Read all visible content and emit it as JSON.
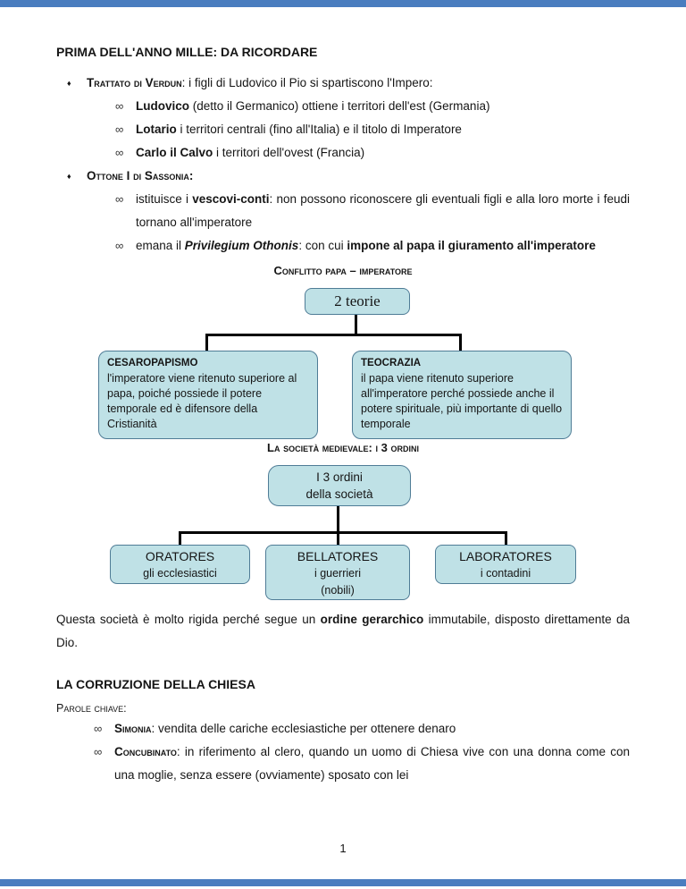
{
  "colors": {
    "edge_bar": "#4a7dbf",
    "diagram_box_fill": "#bfe1e6",
    "diagram_box_border": "#4f7c96",
    "connector": "#000000"
  },
  "bullets": {
    "level1": "♦",
    "level2": "∞"
  },
  "doc": {
    "title1": "PRIMA DELL'ANNO MILLE: DA RICORDARE",
    "verdun": {
      "lead_sc": "Trattato di Verdun",
      "lead_rest": ": i figli di Ludovico il Pio si spartiscono l'Impero:",
      "items": [
        {
          "b": "Ludovico",
          "r": " (detto il Germanico) ottiene i territori dell'est (Germania)"
        },
        {
          "b": "Lotario",
          "r": " i territori centrali (fino all'Italia) e il titolo di Imperatore"
        },
        {
          "b": "Carlo il Calvo",
          "r": " i territori dell'ovest (Francia)"
        }
      ]
    },
    "ottone": {
      "lead_sc": "Ottone I di Sassonia:",
      "item1": {
        "r1": "istituisce i ",
        "b": "vescovi-conti",
        "r2": ": non possono riconoscere gli eventuali figli e alla loro morte i feudi tornano all'imperatore"
      },
      "item2": {
        "r1": "emana il ",
        "bi": "Privilegium Othonis",
        "r2": ": con cui ",
        "b": "impone al papa il giuramento all'imperatore"
      }
    }
  },
  "conflict": {
    "heading": "Conflitto papa – imperatore",
    "root": "2 teorie",
    "left": {
      "title": "CESAROPAPISMO",
      "body": "l'imperatore viene ritenuto superiore al papa, poiché possiede il potere temporale ed è difensore della Cristianità"
    },
    "right": {
      "title": "TEOCRAZIA",
      "body": "il papa viene ritenuto superiore all'imperatore perché possiede anche il potere spirituale, più importante di quello temporale"
    }
  },
  "society": {
    "heading": "La società medievale: i 3 ordini",
    "root": {
      "line1": "I 3 ordini",
      "line2": "della società"
    },
    "box1": {
      "title": "ORATORES",
      "line1": "gli ecclesiastici"
    },
    "box2": {
      "title": "BELLATORES",
      "line1": "i guerrieri",
      "line2": "(nobili)"
    },
    "box3": {
      "title": "LABORATORES",
      "line1": "i contadini"
    }
  },
  "paragraph": {
    "r1": "Questa società è molto rigida perché segue un ",
    "b": "ordine gerarchico",
    "r2": " immutabile, disposto direttamente da Dio."
  },
  "corruption": {
    "title": "LA CORRUZIONE DELLA CHIESA",
    "subtitle_sc": "Parole chiave:",
    "item1": {
      "b_sc": "Simonia",
      "r": ": vendita delle cariche ecclesiastiche per ottenere denaro"
    },
    "item2": {
      "b_sc": "Concubinato",
      "r": ": in riferimento al clero, quando un uomo di Chiesa vive con una donna come con una moglie, senza essere (ovviamente) sposato con lei"
    }
  },
  "footer": {
    "page_number": "1"
  }
}
